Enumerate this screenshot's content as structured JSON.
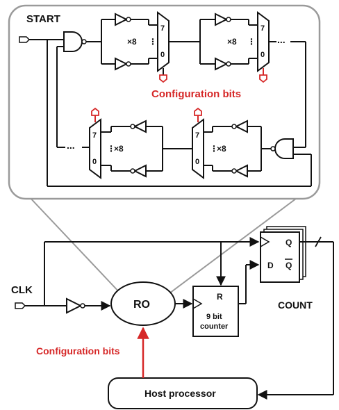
{
  "labels": {
    "start": "START",
    "config_top": "Configuration bits",
    "config_bottom": "Configuration bits",
    "clk": "CLK",
    "ro": "RO",
    "count": "COUNT",
    "counter_reset": "R",
    "counter_line1": "9 bit",
    "counter_line2": "counter",
    "host": "Host processor",
    "ff_q": "Q",
    "ff_d": "D",
    "ff_qbar": "Q"
  },
  "mux_labels": {
    "top1_in7": "7",
    "top1_in0": "0",
    "top2_in7": "7",
    "top2_in0": "0",
    "bot1_in7": "7",
    "bot1_in0": "0",
    "bot2_in7": "7",
    "bot2_in0": "0"
  },
  "repeat_labels": {
    "top1": "×8",
    "top2": "×8",
    "bot1": "×8",
    "bot2": "×8"
  },
  "ellipsis": {
    "top": "...",
    "bottom": "..."
  },
  "colors": {
    "accent_red": "#d62828",
    "ink": "#111111",
    "callout_gray": "#9a9a9a"
  }
}
